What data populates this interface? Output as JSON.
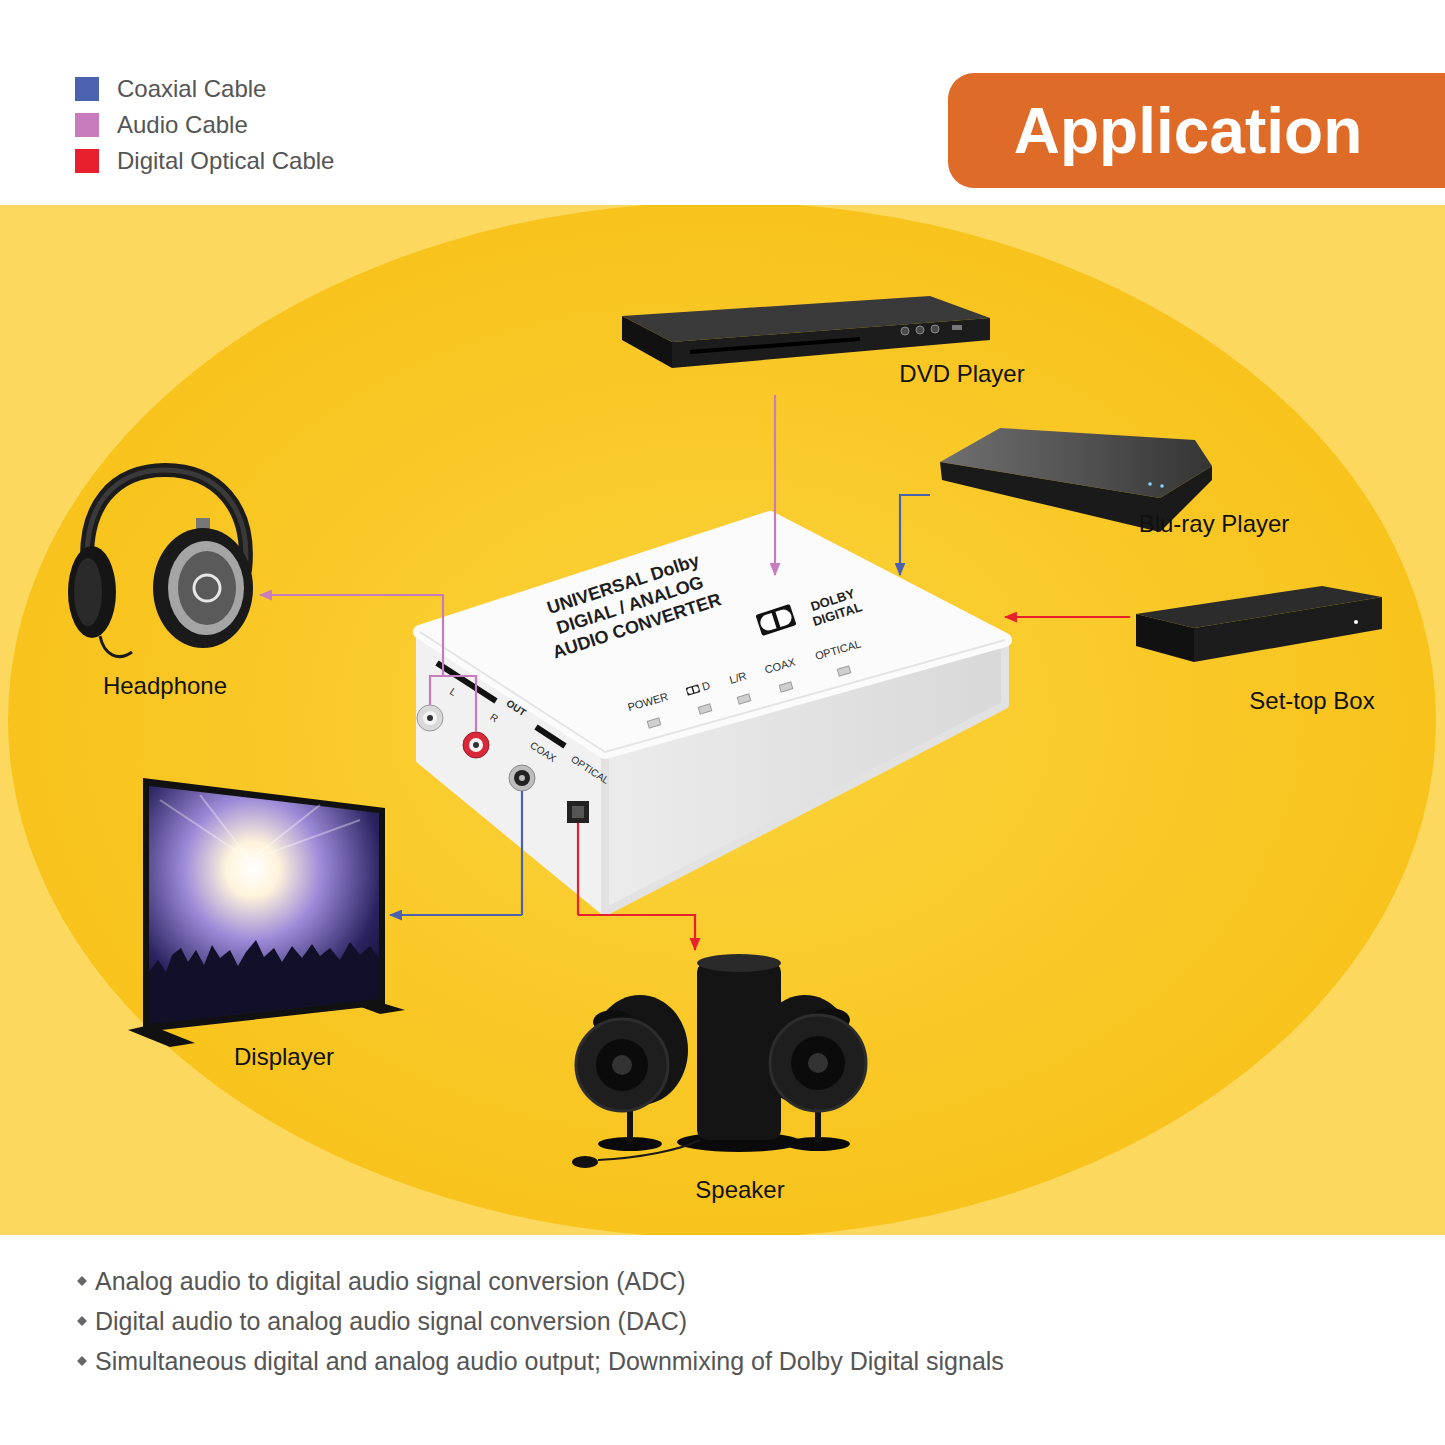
{
  "diagram": {
    "title": "Application",
    "nodes": [
      {
        "text": [
          "DVD Player"
        ]
      },
      {
        "text": [
          "Blu-ray Player"
        ]
      },
      {
        "text": [
          "Headphone"
        ]
      },
      {
        "text": [
          "UNIVERSAL Dolby DIGIAL / ANALOG AUDIO CONVERTER",
          "DOLBY DIGITAL"
        ]
      },
      {
        "text": [
          "Set-top Box"
        ]
      },
      {
        "text": [
          "Displayer"
        ]
      },
      {
        "text": [
          "Speaker"
        ]
      }
    ],
    "edges": [
      {
        "from": 0,
        "to": 3,
        "arrow": "to"
      },
      {
        "from": 1,
        "to": 3,
        "arrow": "to"
      },
      {
        "from": 4,
        "to": 3,
        "arrow": "to"
      },
      {
        "from": 3,
        "to": 2,
        "arrow": "to"
      },
      {
        "from": 3,
        "to": 5,
        "arrow": "to"
      },
      {
        "from": 3,
        "to": 6,
        "arrow": "to"
      }
    ],
    "labels": [
      "POWER",
      "D",
      "L/R",
      "COAX",
      "OPTICAL",
      "L",
      "R",
      "OUT",
      "COAX",
      "OPTICAL",
      "Analog audio to digital audio signal conversion (ADC)",
      "Digital audio to analog audio signal conversion (DAC)",
      "Simultaneous digital and analog audio output; Downmixing of Dolby Digital signals"
    ],
    "legend": [
      {
        "text": "Coaxial Cable",
        "color": "#4a62b0"
      },
      {
        "text": "Audio Cable",
        "color": "#c87bbd"
      },
      {
        "text": "Digital Optical Cable",
        "color": "#e8202d"
      }
    ]
  }
}
